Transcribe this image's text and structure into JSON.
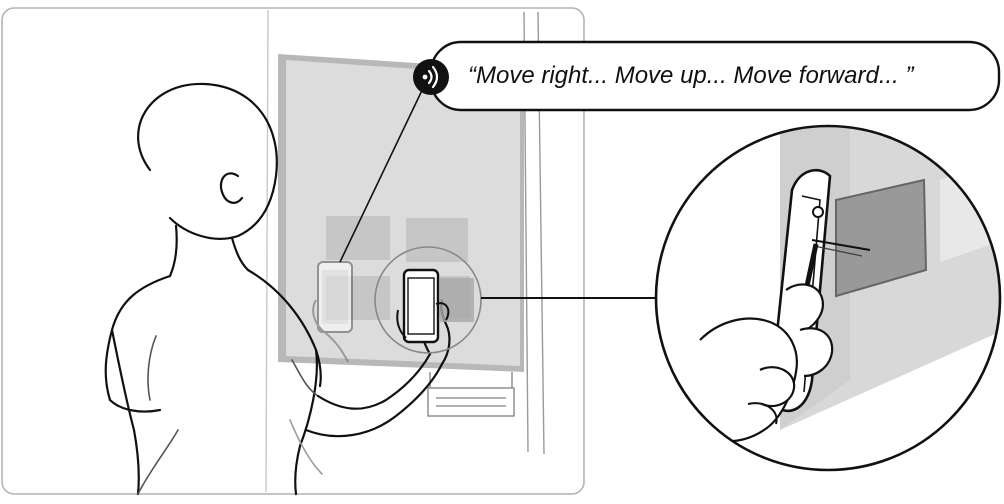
{
  "speech_bubble": {
    "text": "“Move right... Move up... Move forward... ”",
    "icon": "sound-waves-icon"
  },
  "colors": {
    "line": "#111111",
    "panel_fill": "#dcdcdc",
    "tile_fill": "#c6c6c6",
    "zoom_screen": "#999999",
    "frame_border": "#b4b4b4",
    "background": "#ffffff"
  },
  "illustration": {
    "panel_tiles": 6,
    "magnifier": "zoom-detail"
  }
}
